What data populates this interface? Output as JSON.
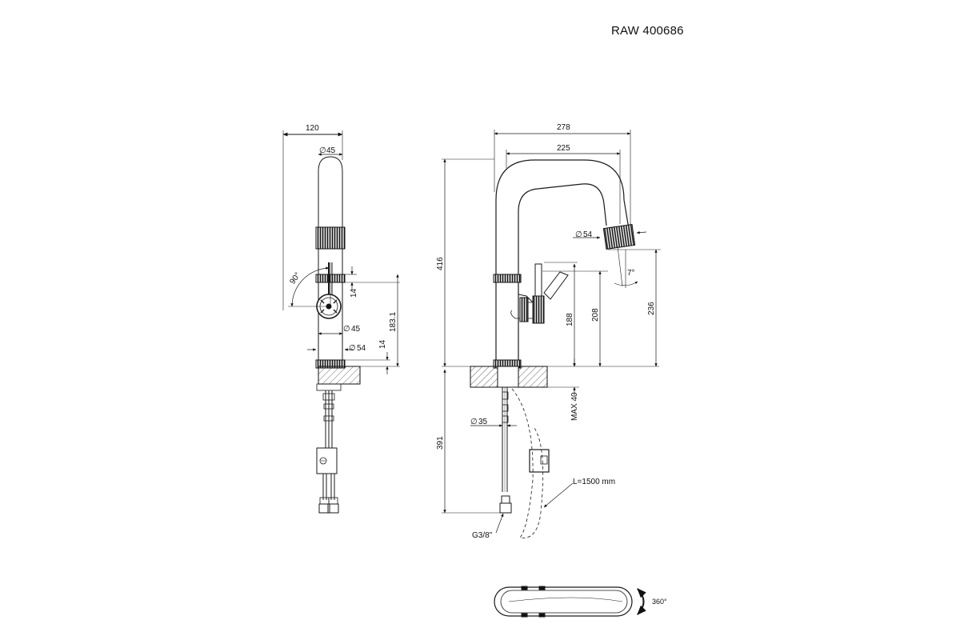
{
  "title": "RAW 400686",
  "side_view": {
    "width": "120",
    "dia_top": "45",
    "angle": "90°",
    "ring_height_upper": "14",
    "dia_mid": "45",
    "dia_base": "54",
    "ring_height_lower": "14",
    "lever_height": "183.1"
  },
  "front_view": {
    "reach": "278",
    "spout_span": "225",
    "height": "416",
    "dia_aerator": "54",
    "tilt": "7°",
    "lever_height": "188",
    "handle_height": "208",
    "spout_height": "236",
    "deck_max": "MAX 40",
    "below_deck": "391",
    "dia_shank": "35",
    "hose_length": "L=1500 mm",
    "connection": "G3/8\""
  },
  "top_view": {
    "rotation": "360°"
  },
  "colors": {
    "line": "#1a1a1a",
    "hatch": "#444444",
    "dim": "#222222"
  }
}
